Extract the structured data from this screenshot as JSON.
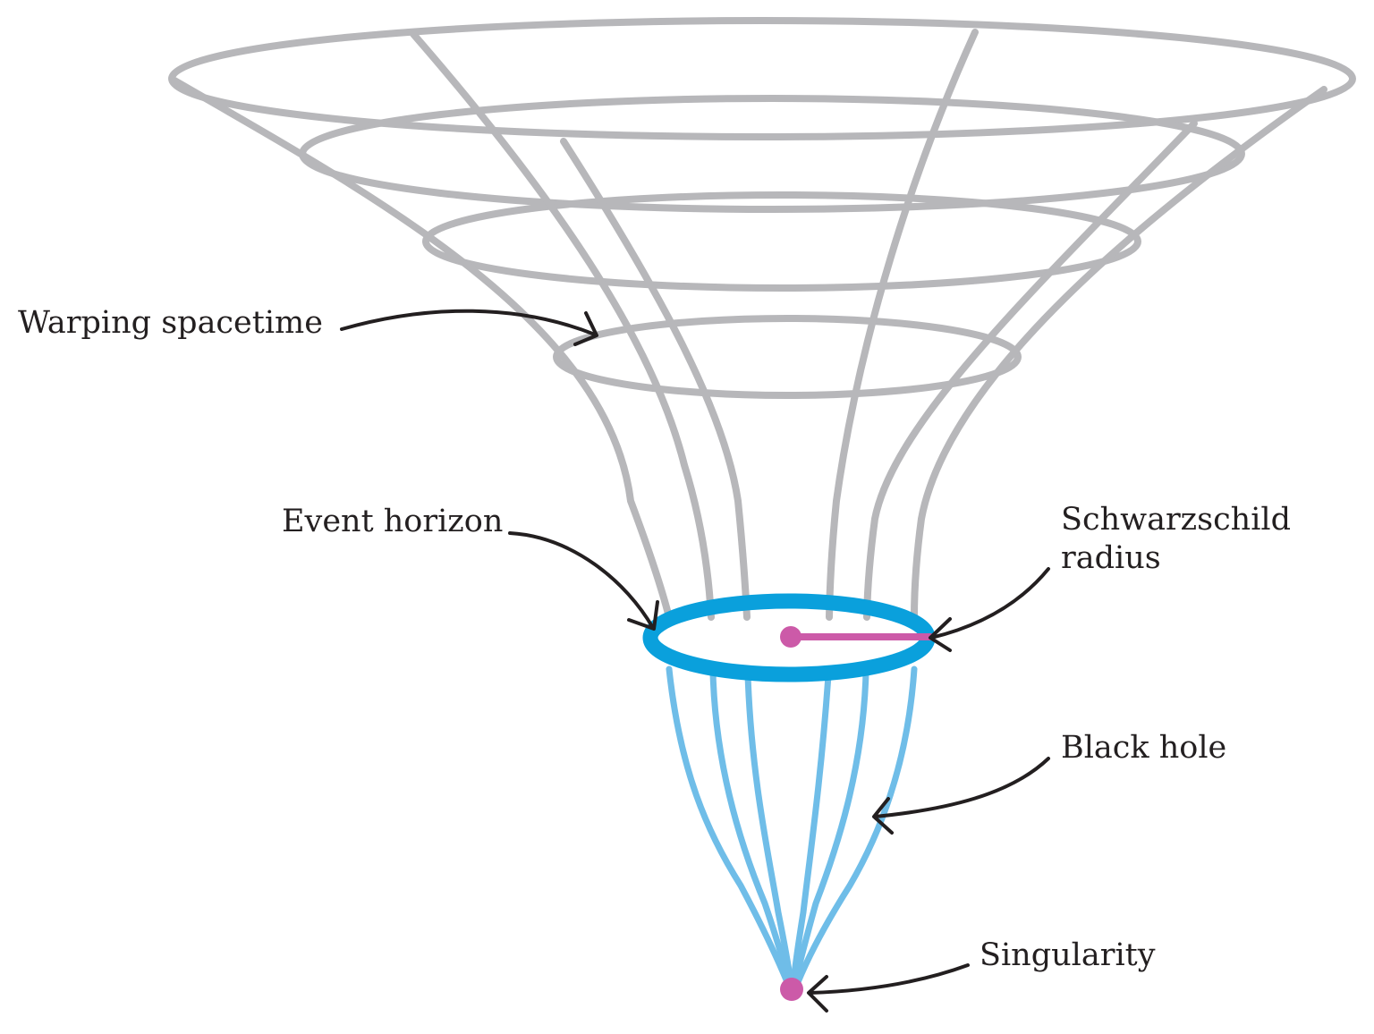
{
  "colors": {
    "spacetime_grid": "#b7b7ba",
    "event_horizon": "#0aa0dc",
    "black_hole_lines": "#6fbde8",
    "radius_and_singularity": "#cc5aa8",
    "arrows": "#231f20",
    "text": "#231f20"
  },
  "labels": {
    "warping_spacetime": "Warping spacetime",
    "event_horizon": "Event horizon",
    "schwarzschild_radius_line1": "Schwarzschild",
    "schwarzschild_radius_line2": "radius",
    "black_hole": "Black hole",
    "singularity": "Singularity"
  }
}
